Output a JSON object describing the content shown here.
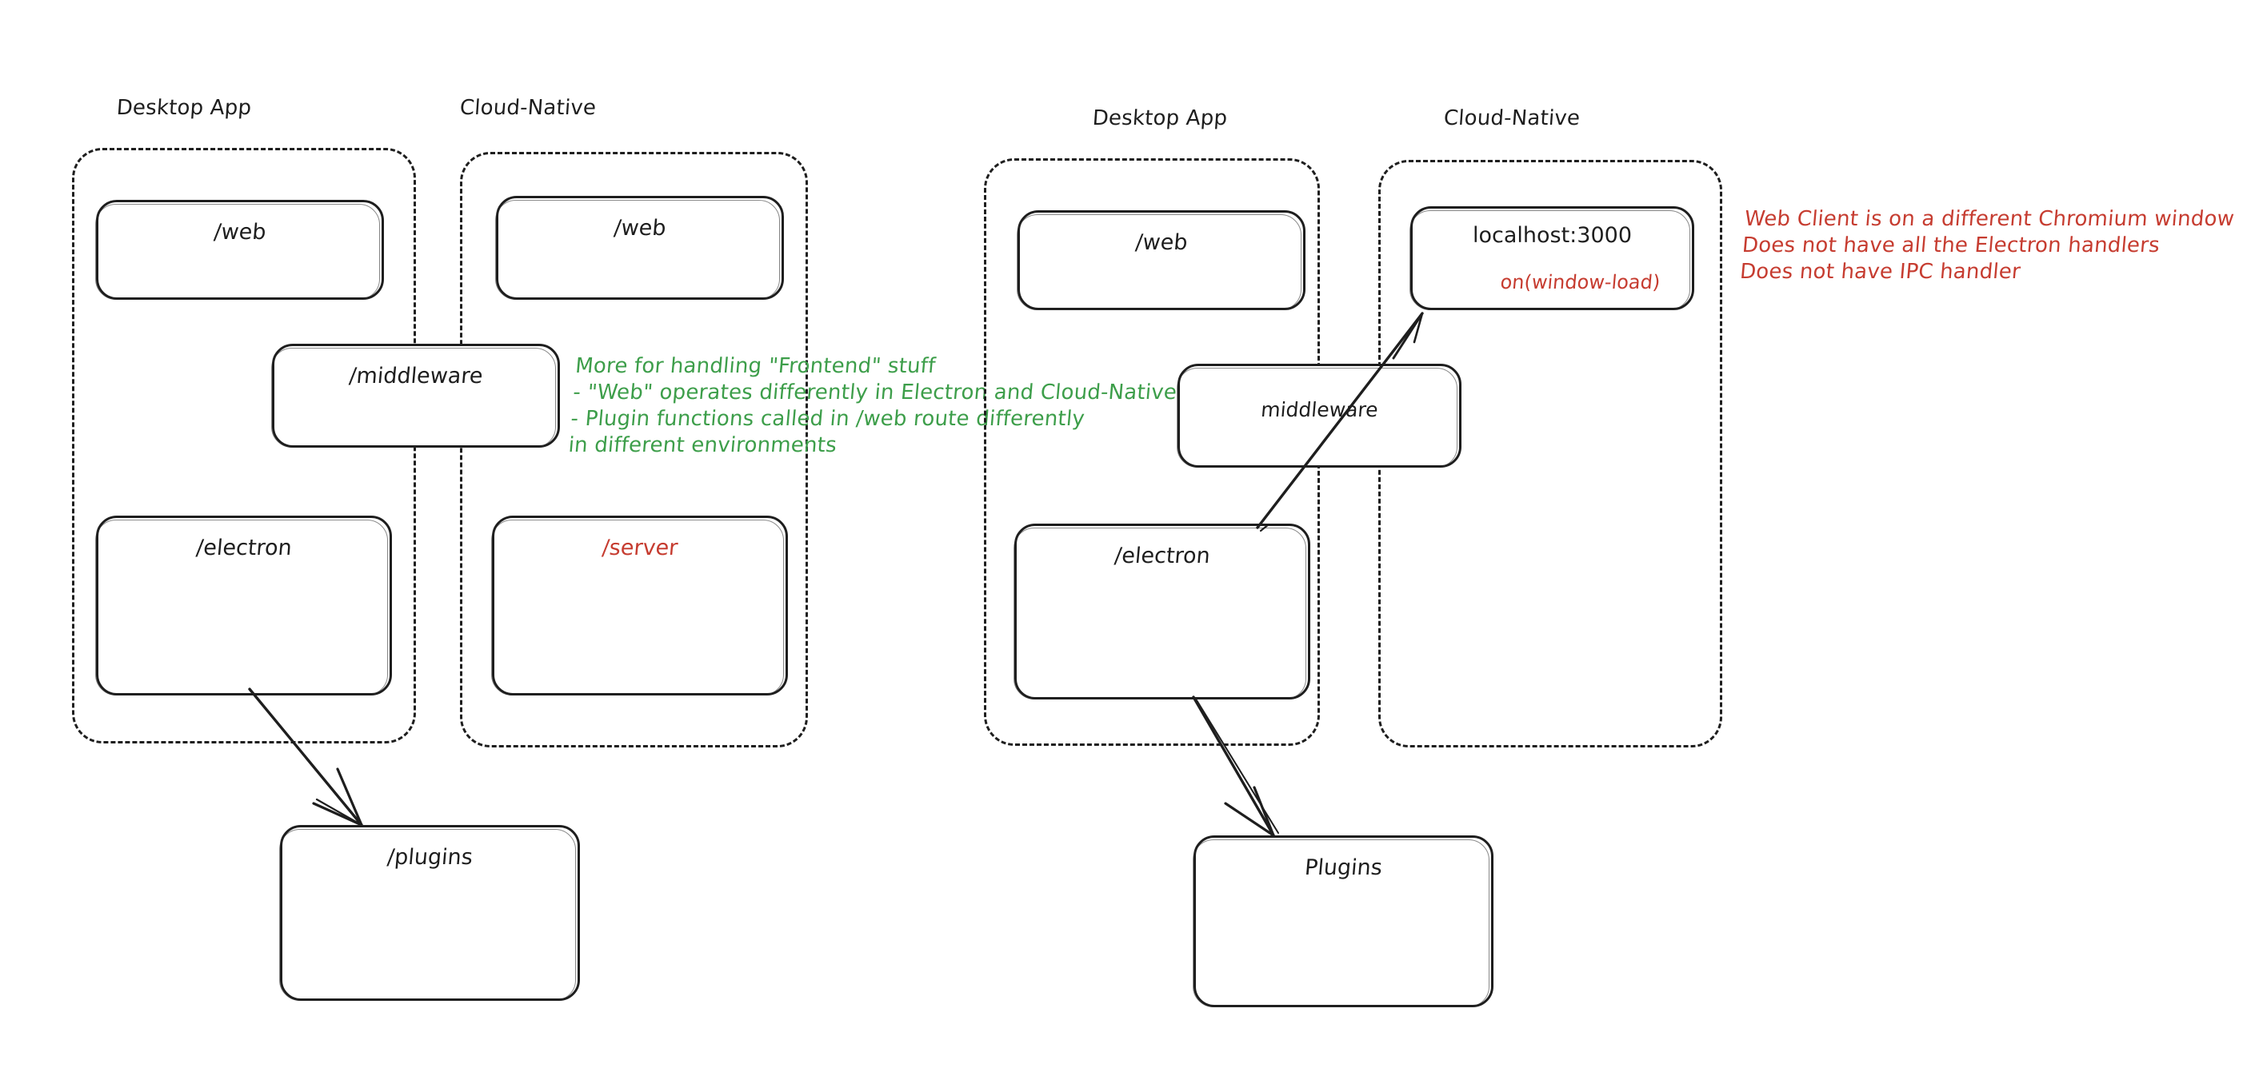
{
  "diagram": {
    "title": "Electron Desktop App vs Cloud-Native architecture sketch",
    "colors": {
      "stroke": "#1e1e1e",
      "green_note": "#3d9e4a",
      "red_note": "#c63c30",
      "background": "#ffffff"
    },
    "left_diagram": {
      "groups": [
        {
          "label": "Desktop App"
        },
        {
          "label": "Cloud-Native"
        }
      ],
      "nodes": {
        "desktop_web": "/web",
        "cloud_web": "/web",
        "middleware": "/middleware",
        "electron": "/electron",
        "server": "/server",
        "plugins": "/plugins"
      }
    },
    "right_diagram": {
      "groups": [
        {
          "label": "Desktop App"
        },
        {
          "label": "Cloud-Native"
        }
      ],
      "nodes": {
        "desktop_web": "/web",
        "localhost": "localhost:3000",
        "localhost_sub": "on(window-load)",
        "middleware": "middleware",
        "electron": "/electron",
        "plugins": "Plugins"
      }
    },
    "notes": {
      "green": "More for handling \"Frontend\" stuff\n- \"Web\" operates differently in Electron and Cloud-Native\n- Plugin functions called in /web route differently\nin different environments",
      "red": "Web Client is on a different Chromium window\nDoes not have all the Electron handlers\nDoes not have IPC handler"
    },
    "connectors": [
      {
        "name": "electron-to-plugins-left",
        "from": "/electron",
        "to": "/plugins"
      },
      {
        "name": "electron-to-localhost-right",
        "from": "/electron",
        "to": "localhost:3000"
      },
      {
        "name": "electron-to-plugins-right",
        "from": "/electron",
        "to": "Plugins"
      }
    ]
  }
}
